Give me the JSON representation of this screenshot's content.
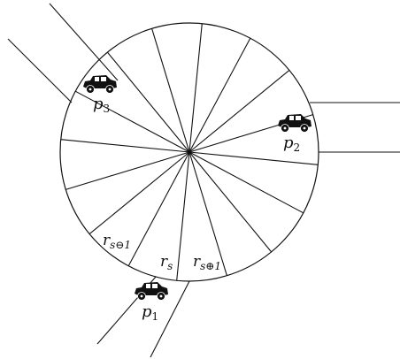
{
  "labels": {
    "p3": {
      "base": "p",
      "sub": "3"
    },
    "p2": {
      "base": "p",
      "sub": "2"
    },
    "p1": {
      "base": "p",
      "sub": "1"
    },
    "rs_minus": {
      "base": "r",
      "sub": "s⊖1"
    },
    "rs": {
      "base": "r",
      "sub": "s"
    },
    "rs_plus": {
      "base": "r",
      "sub": "s⊕1"
    }
  },
  "icons": {
    "car": "car-icon"
  },
  "sectors": 16
}
